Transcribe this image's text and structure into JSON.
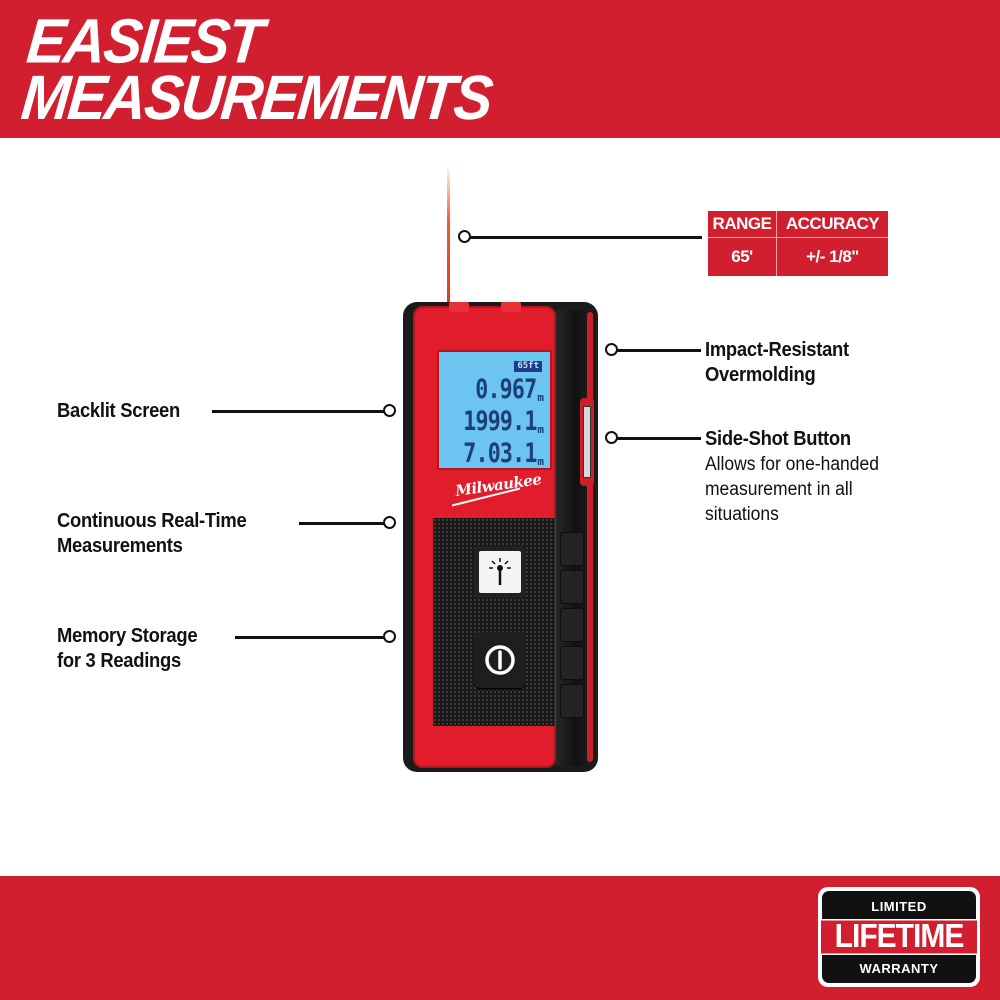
{
  "header": {
    "title_line1": "EASIEST",
    "title_line2": "MEASUREMENTS",
    "background_color": "#d21f2f"
  },
  "specs": {
    "headers": [
      "RANGE",
      "ACCURACY"
    ],
    "values": [
      "65'",
      "+/- 1/8\""
    ]
  },
  "callouts": {
    "left": [
      {
        "label": "Backlit Screen"
      },
      {
        "label_line1": "Continuous Real-Time",
        "label_line2": "Measurements"
      },
      {
        "label_line1": "Memory Storage",
        "label_line2": "for 3 Readings"
      }
    ],
    "right": [
      {
        "label_line1": "Impact-Resistant",
        "label_line2": "Overmolding"
      },
      {
        "label": "Side-Shot Button",
        "desc_line1": "Allows for one-handed",
        "desc_line2": "measurement in all",
        "desc_line3": "situations"
      }
    ]
  },
  "device": {
    "brand": "Milwaukee",
    "screen_badge": "65ft",
    "readings": [
      {
        "value": "0.967",
        "unit": "m"
      },
      {
        "value": "1999.1",
        "unit": "m"
      },
      {
        "value": "7.03.1",
        "unit": "m"
      }
    ],
    "buttons": [
      "laser-measure-icon",
      "power-icon"
    ],
    "body_color": "#e11d2b",
    "screen_color": "#6cc4f0"
  },
  "warranty": {
    "top": "LIMITED",
    "middle": "LIFETIME",
    "bottom": "WARRANTY"
  },
  "footer": {
    "background_color": "#d21f2f"
  }
}
